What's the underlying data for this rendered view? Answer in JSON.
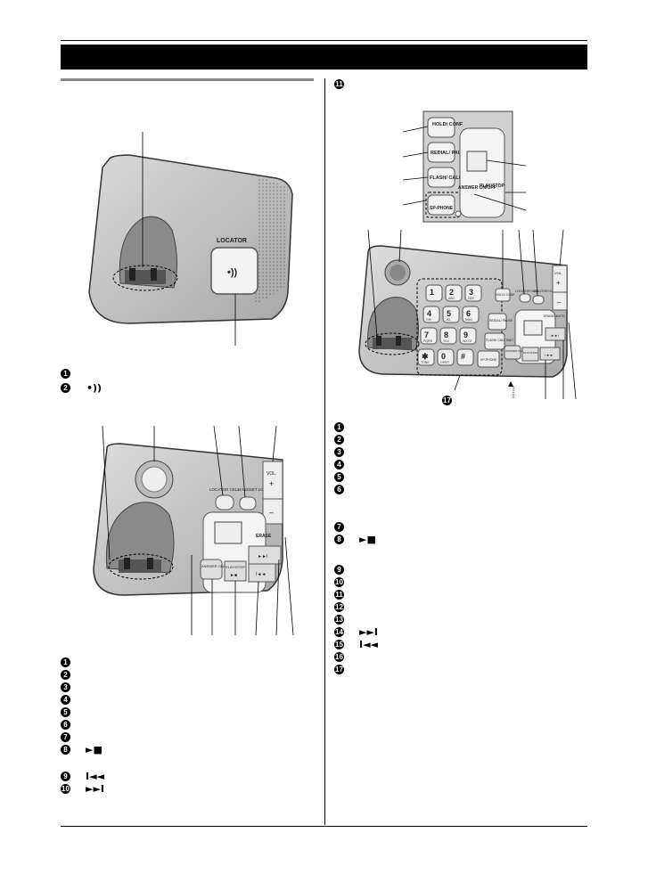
{
  "panel_left_a": {
    "key_label": "LOCATOR",
    "callout_symbols": [
      "•))"
    ]
  },
  "panel_left_b": {
    "keys": {
      "vol": "VOL.",
      "plus": "+",
      "minus": "–",
      "locator_cell": "LOCATOR CELL",
      "handset_locator": "HANDSET LOCATOR",
      "erase": "ERASE",
      "answer_onoff": "ANSWER ON/OFF",
      "play_stop": "PLAY/STOP",
      "play_stop_sym": "►■",
      "skip": "►►I",
      "repeat": "I◄◄"
    },
    "callout_symbols": [
      "►■",
      "I◄◄",
      "►►I"
    ]
  },
  "panel_right": {
    "inset_keys": {
      "hold_conf": "HOLD/ CONF",
      "redial_pause": "REDIAL/ PAUSE",
      "flash_call_wait": "FLASH/ CALL WAIT",
      "sp_phone": "SP-PHONE",
      "answer_onoff": "ANSWER ON/OFF",
      "play_stop": "PLAY/STOP"
    },
    "base_keys": {
      "hold_conf": "HOLD/ CONF",
      "redial_pause": "REDIAL/ PAUSE",
      "flash_call_wait": "FLASH/ CALL WAIT",
      "sp_phone": "SP-PHONE",
      "locator_cell": "LOCATOR/ CELL",
      "locator_intercom": "LOCATOR/ INTERCOM",
      "vol": "VOL.",
      "plus": "+",
      "minus": "–",
      "erase_mute": "ERASE/ MUTE",
      "answer_onoff": "ANSWER ON/OFF",
      "play_stop": "PLAY/STOP",
      "skip": "►►I",
      "repeat": "I◄◄"
    },
    "keypad": [
      {
        "d": "1",
        "s": ""
      },
      {
        "d": "2",
        "s": "ABC"
      },
      {
        "d": "3",
        "s": "DEF"
      },
      {
        "d": "4",
        "s": "GHI"
      },
      {
        "d": "5",
        "s": "JKL"
      },
      {
        "d": "6",
        "s": "MNO"
      },
      {
        "d": "7",
        "s": "PQRS"
      },
      {
        "d": "8",
        "s": "TUV"
      },
      {
        "d": "9",
        "s": "WXYZ"
      },
      {
        "d": "✱",
        "s": "TONE"
      },
      {
        "d": "0",
        "s": "OPER"
      },
      {
        "d": "#",
        "s": ""
      }
    ],
    "callout_symbols": [
      "►■",
      "►►I",
      "I◄◄"
    ]
  }
}
